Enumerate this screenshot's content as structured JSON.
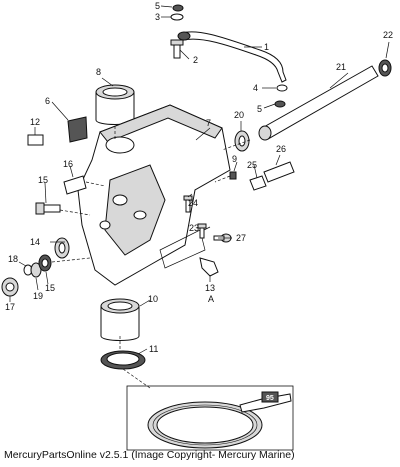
{
  "callouts": {
    "c1": "1",
    "c2": "2",
    "c3": "3",
    "c4": "4",
    "c5a": "5",
    "c5b": "5",
    "c6": "6",
    "c7": "7",
    "c8": "8",
    "c9": "9",
    "c10": "10",
    "c11": "11",
    "c12": "12",
    "c13": "13",
    "c13a": "A",
    "c14": "14",
    "c15a": "15",
    "c15b": "15",
    "c16": "16",
    "c17": "17",
    "c18": "18",
    "c19": "19",
    "c20": "20",
    "c21": "21",
    "c22": "22",
    "c23": "23",
    "c24": "24",
    "c25": "25",
    "c26": "26",
    "c27": "27",
    "c95": "95"
  },
  "footer": "MercuryPartsOnline v2.5.1 (Image Copyright- Mercury Marine)"
}
